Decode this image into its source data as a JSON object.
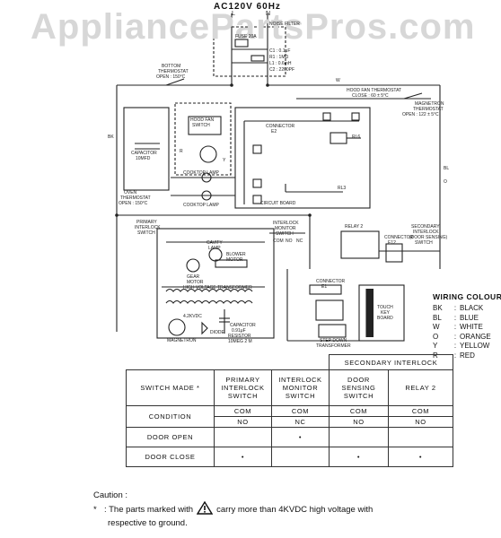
{
  "watermark": "AppliancePartsPros.com",
  "supply": "AC120V  60Hz",
  "terminals": {
    "line": "L",
    "neutral": "N"
  },
  "labels": {
    "fuse": "FUSE 20A",
    "noise_filter": "NOISE FILTER",
    "filter_parts": [
      "C1 : 0.1μF",
      "R1 : 1MΩ",
      "L1 : 0.6mH",
      "C2 : 2200PF"
    ],
    "bottom_thermostat": [
      "BOTTOM",
      "THERMOSTAT",
      "OPEN : 150°C"
    ],
    "hood_fan_thermostat": [
      "HOOD FAN THERMOSTAT",
      "CLOSE : 60 ± 5°C"
    ],
    "magnetron_thermostat": [
      "MAGNETRON",
      "THERMOSTAT",
      "OPEN : 122 ± 5°C"
    ],
    "hood_fan_switch": [
      "HOOD FAN",
      "SWITCH"
    ],
    "capacitor": [
      "CAPACITOR",
      "10MFD"
    ],
    "connector_e2": [
      "CONNECTOR",
      "E2"
    ],
    "cooktop_lamp_1": "COOKTOP LAMP",
    "cooktop_lamp_2": "COOKTOP LAMP",
    "circuit_board": "CIRCUIT BOARD",
    "oven_thermostat": [
      "OVEN",
      "THERMOSTAT",
      "OPEN : 150°C"
    ],
    "primary_interlock": [
      "PRIMARY",
      "INTERLOCK",
      "SWITCH"
    ],
    "interlock_monitor": [
      "INTERLOCK",
      "MONITOR",
      "SWITCH"
    ],
    "relay2": "RELAY 2",
    "secondary_interlock": [
      "SECONDARY",
      "INTERLOCK",
      "(DOOR SENSING)",
      "SWITCH"
    ],
    "cavity_lamp": [
      "CAVITY",
      "LAMP"
    ],
    "blower_motor": [
      "BLOWER",
      "MOTOR"
    ],
    "gear_motor": [
      "GEAR",
      "MOTOR"
    ],
    "hv_transformer": "HIGH VOLTAGE TRANSFORMER",
    "hv_capacitor": [
      "CAPACITOR",
      "0.91μF"
    ],
    "resistor": [
      "RESISTOR",
      "10MEG 2 M"
    ],
    "magnetron": "MAGNETRON",
    "diode": "DIODE",
    "hv_label": "4.2KVDC",
    "connector_e1": [
      "CONNECTOR",
      "E1"
    ],
    "connector_e12": [
      "CONNECTOR",
      "E12"
    ],
    "touch_key_board": [
      "TOUCH",
      "KEY",
      "BOARD"
    ],
    "step_down_transformer": [
      "STEP DOWN",
      "TRANSFORMER"
    ],
    "rl_labels": [
      "RL6",
      "RL3"
    ],
    "wire_codes": [
      "BK",
      "W",
      "R",
      "BL",
      "O",
      "Y"
    ],
    "com": "COM",
    "no": "NO",
    "nc": "NC"
  },
  "wiring_colour": {
    "title": "WIRING COLOUR",
    "sep": ":",
    "rows": [
      {
        "code": "BK",
        "colour": "BLACK"
      },
      {
        "code": "BL",
        "colour": "BLUE"
      },
      {
        "code": "W",
        "colour": "WHITE"
      },
      {
        "code": "O",
        "colour": "ORANGE"
      },
      {
        "code": "Y",
        "colour": "YELLOW"
      },
      {
        "code": "R",
        "colour": "RED"
      }
    ]
  },
  "switch_table": {
    "group_header": "SECONDARY INTERLOCK",
    "corner": "SWITCH MADE",
    "columns": [
      {
        "name": "PRIMARY INTERLOCK SWITCH",
        "lines": [
          "PRIMARY",
          "INTERLOCK",
          "SWITCH"
        ]
      },
      {
        "name": "INTERLOCK MONITOR SWITCH",
        "lines": [
          "INTERLOCK",
          "MONITOR",
          "SWITCH"
        ]
      },
      {
        "name": "DOOR SENSING SWITCH",
        "lines": [
          "DOOR",
          "SENSING",
          "SWITCH"
        ]
      },
      {
        "name": "RELAY 2",
        "lines": [
          "RELAY 2"
        ]
      }
    ],
    "condition_label": "CONDITION",
    "condition_com": [
      "COM",
      "COM",
      "COM",
      "COM"
    ],
    "condition_contact": [
      "NO",
      "NC",
      "NO",
      "NO"
    ],
    "rows": [
      {
        "label": "DOOR OPEN",
        "marks": [
          "",
          "•",
          "",
          ""
        ]
      },
      {
        "label": "DOOR CLOSE",
        "marks": [
          "•",
          "",
          "•",
          "•"
        ]
      }
    ]
  },
  "caution": {
    "title": "Caution  :",
    "bullet": "*",
    "text_before": ":  The parts marked with",
    "text_after": "carry more than 4KVDC high voltage with",
    "text_line3": "respective to ground."
  }
}
